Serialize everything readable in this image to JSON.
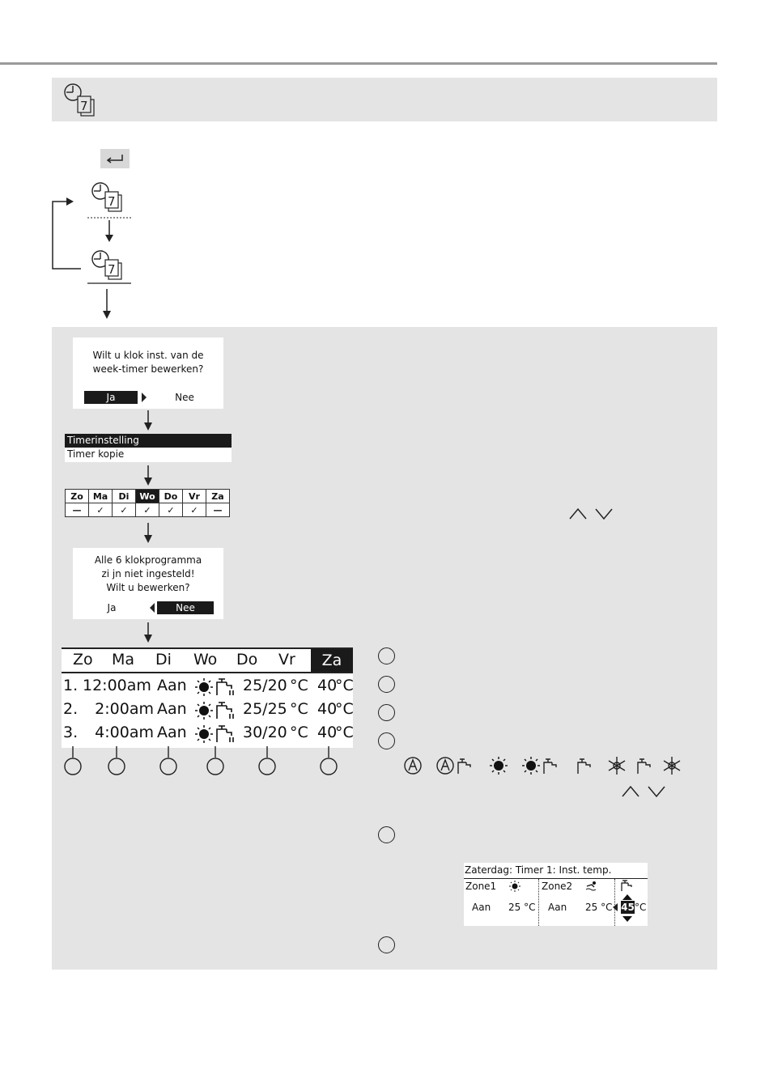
{
  "dialog1": {
    "line1": "Wilt u klok inst. van de",
    "line2": "week-timer bewerken?",
    "yes": "Ja",
    "no": "Nee"
  },
  "menu": {
    "item1": "Timerinstelling",
    "item2": "Timer kopie"
  },
  "days": {
    "headers": [
      "Zo",
      "Ma",
      "Di",
      "Wo",
      "Do",
      "Vr",
      "Za"
    ],
    "marks": [
      "—",
      "✓",
      "✓",
      "✓",
      "✓",
      "✓",
      "—"
    ],
    "selected": "Wo"
  },
  "dialog2": {
    "line1": "Alle 6 klokprogramma",
    "line2": "zi jn niet ingesteld!",
    "line3": "Wilt u bewerken?",
    "yes": "Ja",
    "no": "Nee"
  },
  "schedule": {
    "headers": [
      "Zo",
      "Ma",
      "Di",
      "Wo",
      "Do",
      "Vr",
      "Za"
    ],
    "selected": "Za",
    "rows": [
      {
        "num": "1.",
        "time": "12:00am",
        "state": "Aan",
        "temp": "25/20",
        "water": "40"
      },
      {
        "num": "2.",
        "time": "2:00am",
        "state": "Aan",
        "temp": "25/25",
        "water": "40"
      },
      {
        "num": "3.",
        "time": "4:00am",
        "state": "Aan",
        "temp": "30/20",
        "water": "40"
      }
    ],
    "unit": "°C"
  },
  "lcd": {
    "title": "Zaterdag: Timer 1: Inst. temp.",
    "zone1": "Zone1",
    "zone2": "Zone2",
    "aan1": "Aan",
    "temp1": "25 °C",
    "aan2": "Aan",
    "temp2": "25 °C",
    "tank": "45",
    "tank_unit": "°C"
  },
  "icons": [
    "clock-7-icon",
    "enter-key-icon",
    "sun-icon",
    "tap-icon",
    "snowflake-icon",
    "auto-icon",
    "up-chevron-icon",
    "down-chevron-icon"
  ]
}
